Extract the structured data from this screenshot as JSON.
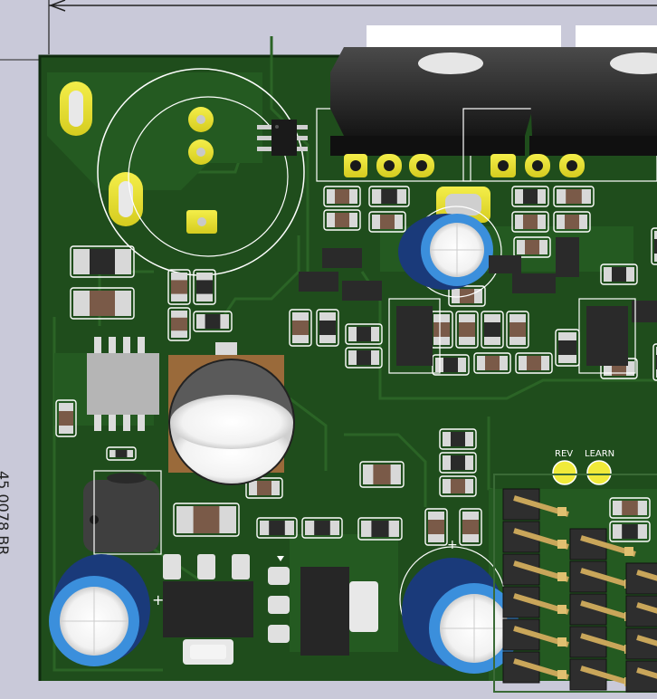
{
  "view": {
    "background_color": "#c9c9d9",
    "board_color": "#1f4d1c",
    "silkscreen_color": "#ffffff",
    "pad_color": "#e8e23a"
  },
  "board": {
    "led_labels": [
      "REV",
      "LEARN"
    ],
    "dimension_text": "45.0078 BR"
  }
}
